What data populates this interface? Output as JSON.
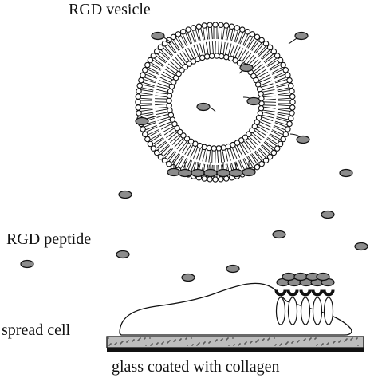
{
  "labels": {
    "vesicle": "RGD vesicle",
    "peptide": "RGD peptide",
    "cell": "spread cell",
    "substrate": "glass coated with collagen"
  },
  "colors": {
    "ink": "#111111",
    "peptide_fill": "#8c8c8c",
    "substrate_fill": "#bdbdbd",
    "substrate_base": "#111111"
  },
  "counts": {
    "lipids_outer_ring": 88,
    "lipids_inner_ring": 60,
    "free_peptides": 9,
    "receptors": 5
  }
}
